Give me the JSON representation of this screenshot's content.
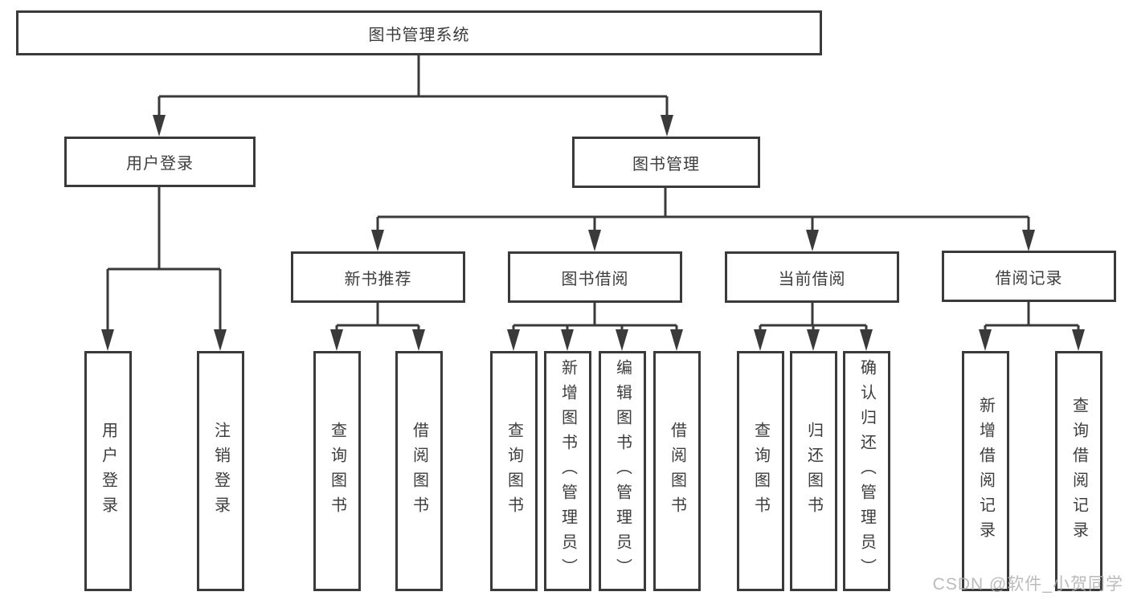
{
  "diagram": {
    "title": "图书管理系统",
    "type": "hierarchy-tree",
    "root": {
      "label": "图书管理系统"
    },
    "level2": [
      {
        "label": "用户登录"
      },
      {
        "label": "图书管理"
      }
    ],
    "level3": [
      {
        "label": "新书推荐"
      },
      {
        "label": "图书借阅"
      },
      {
        "label": "当前借阅"
      },
      {
        "label": "借阅记录"
      }
    ],
    "leaves": {
      "user_login": [
        "用户登录",
        "注销登录"
      ],
      "new_book": [
        "查询图书",
        "借阅图书"
      ],
      "book_borrow": [
        "查询图书",
        "新增图书（管理员）",
        "编辑图书（管理员）",
        "借阅图书"
      ],
      "current_borrow": [
        "查询图书",
        "归还图书",
        "确认归还（管理员）"
      ],
      "borrow_record": [
        "新增借阅记录",
        "查询借阅记录"
      ]
    },
    "edges": [
      "图书管理系统→用户登录",
      "图书管理系统→图书管理",
      "用户登录→用户登录",
      "用户登录→注销登录",
      "图书管理→新书推荐",
      "图书管理→图书借阅",
      "图书管理→当前借阅",
      "图书管理→借阅记录",
      "新书推荐→查询图书",
      "新书推荐→借阅图书",
      "图书借阅→查询图书",
      "图书借阅→新增图书（管理员）",
      "图书借阅→编辑图书（管理员）",
      "图书借阅→借阅图书",
      "当前借阅→查询图书",
      "当前借阅→归还图书",
      "当前借阅→确认归还（管理员）",
      "借阅记录→新增借阅记录",
      "借阅记录→查询借阅记录"
    ],
    "colors": {
      "line": "#3a3a3a",
      "border": "#3a3a3a",
      "text": "#3d3d3d",
      "background": "#ffffff",
      "watermark": "#afafaf"
    }
  },
  "watermark": {
    "text": "CSDN @软件_小贺同学"
  }
}
